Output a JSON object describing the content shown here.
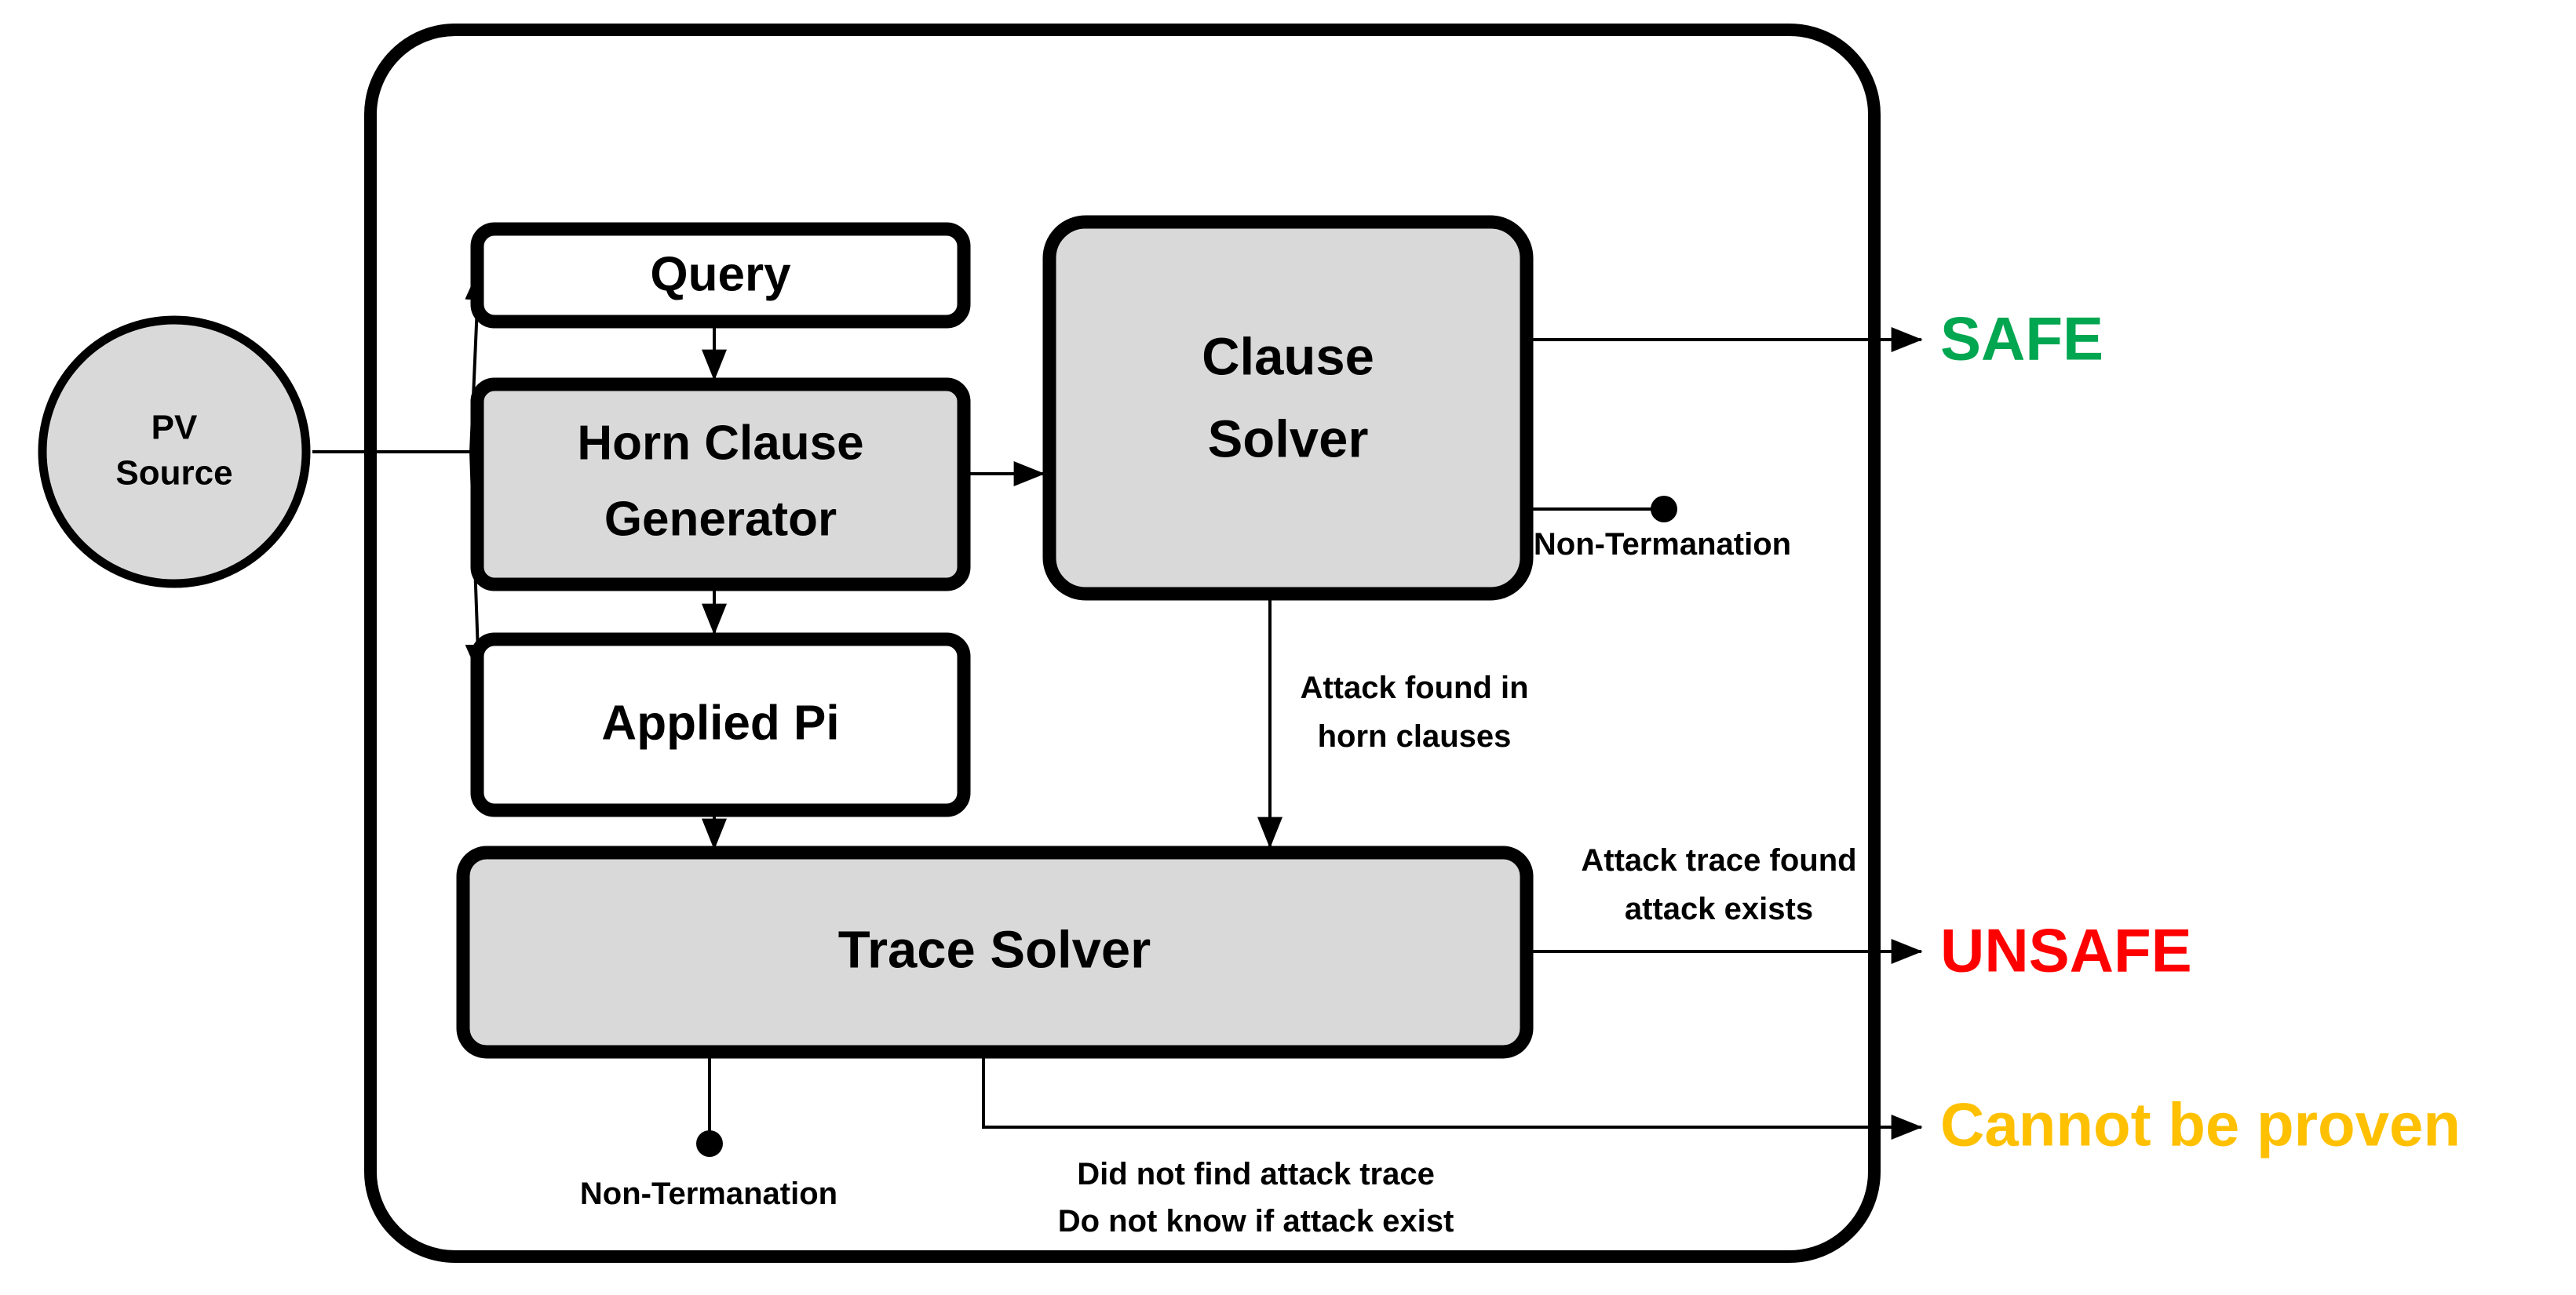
{
  "diagram": {
    "title": "ProVerif verification pipeline flow",
    "colors": {
      "node_fill_gray": "#D9D9D9",
      "node_fill_white": "#FFFFFF",
      "stroke": "#000000",
      "safe": "#00A650",
      "unsafe": "#FF0000",
      "cannot_be_proven": "#FFC000"
    },
    "container": {
      "name": "verification-engine-container"
    },
    "nodes": {
      "source": {
        "line1": "PV",
        "line2": "Source"
      },
      "query": {
        "label": "Query"
      },
      "horn_clause_generator": {
        "line1": "Horn Clause",
        "line2": "Generator"
      },
      "applied_pi": {
        "label": "Applied Pi"
      },
      "clause_solver": {
        "line1": "Clause",
        "line2": "Solver"
      },
      "trace_solver": {
        "label": "Trace Solver"
      }
    },
    "edge_labels": {
      "clause_solver_nontermination": "Non-Termanation",
      "attack_found_in_horn_clauses": {
        "line1": "Attack found in",
        "line2": "horn clauses"
      },
      "attack_trace_found": {
        "line1": "Attack trace found",
        "line2": "attack exists"
      },
      "trace_solver_nontermination": "Non-Termanation",
      "did_not_find_attack_trace": {
        "line1": "Did not find attack trace",
        "line2": "Do not know if attack exist"
      }
    },
    "outcomes": {
      "safe": "SAFE",
      "unsafe": "UNSAFE",
      "cannot_be_proven": "Cannot be proven"
    }
  }
}
